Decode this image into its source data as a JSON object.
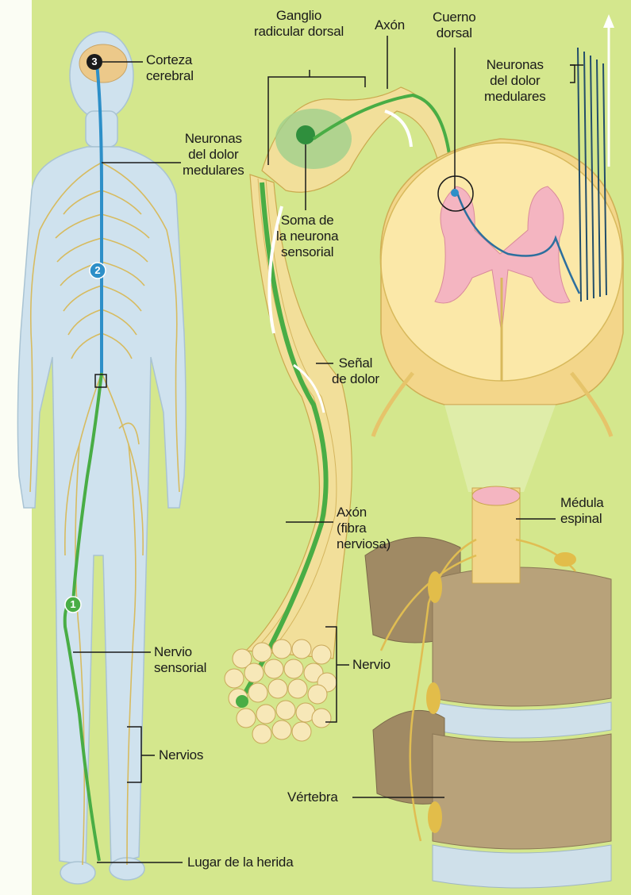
{
  "colors": {
    "background": "#d2e58a",
    "body": "#c9dde9",
    "nerve_yellow": "#e8c64a",
    "pain_path_green": "#4fae48",
    "pain_path_blue": "#2f86c8",
    "spinal_cord": "#fbe7a6",
    "gray_matter": "#f4b6c2",
    "bone": "#b9a27a"
  },
  "markers": {
    "m1": "1",
    "m2": "2",
    "m3": "3"
  },
  "labels": {
    "corteza": [
      "Corteza",
      "cerebral"
    ],
    "neuronas_left": [
      "Neuronas",
      "del dolor",
      "medulares"
    ],
    "ganglio": [
      "Ganglio",
      "radicular dorsal"
    ],
    "axon_top": "Axón",
    "cuerno": [
      "Cuerno",
      "dorsal"
    ],
    "neuronas_right": [
      "Neuronas",
      "del dolor",
      "medulares"
    ],
    "soma": [
      "Soma de",
      "la neurona",
      "sensorial"
    ],
    "senal": [
      "Señal",
      "de dolor"
    ],
    "axon_fibra": [
      "Axón",
      "(fibra",
      "nerviosa)"
    ],
    "medula": [
      "Médula",
      "espinal"
    ],
    "nervio_mid": "Nervio",
    "nervio_sensorial": [
      "Nervio",
      "sensorial"
    ],
    "nervios": "Nervios",
    "vertebra": "Vértebra",
    "lugar": "Lugar de la herida"
  }
}
